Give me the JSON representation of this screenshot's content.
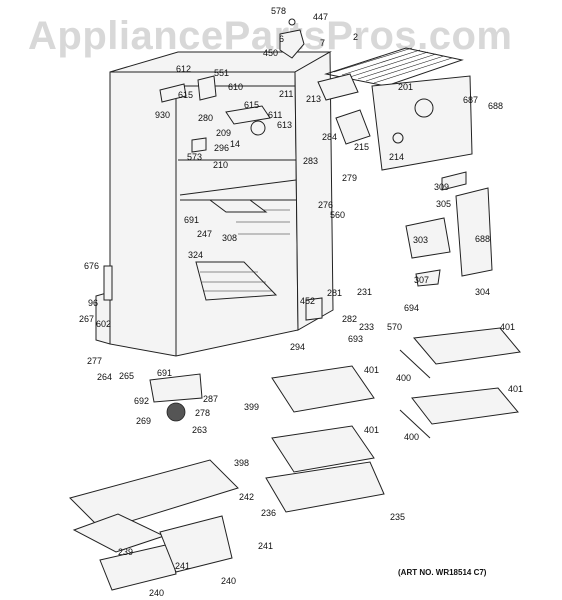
{
  "watermark": "AppliancePartsPros.com",
  "art_number": "(ART NO. WR18514 C7)",
  "callouts": [
    "578",
    "447",
    "6",
    "7",
    "2",
    "450",
    "612",
    "551",
    "610",
    "615",
    "615",
    "280",
    "209",
    "14",
    "296",
    "573",
    "210",
    "930",
    "211",
    "611",
    "613",
    "213",
    "201",
    "687",
    "688",
    "284",
    "215",
    "214",
    "283",
    "279",
    "276",
    "560",
    "309",
    "305",
    "303",
    "691",
    "247",
    "308",
    "324",
    "676",
    "96",
    "267",
    "602",
    "277",
    "264",
    "265",
    "691",
    "287",
    "692",
    "278",
    "269",
    "263",
    "452",
    "281",
    "231",
    "282",
    "233",
    "570",
    "693",
    "294",
    "694",
    "307",
    "688",
    "304",
    "401",
    "400",
    "401",
    "400",
    "401",
    "399",
    "401",
    "398",
    "242",
    "236",
    "235",
    "239",
    "241",
    "241",
    "240",
    "240"
  ]
}
